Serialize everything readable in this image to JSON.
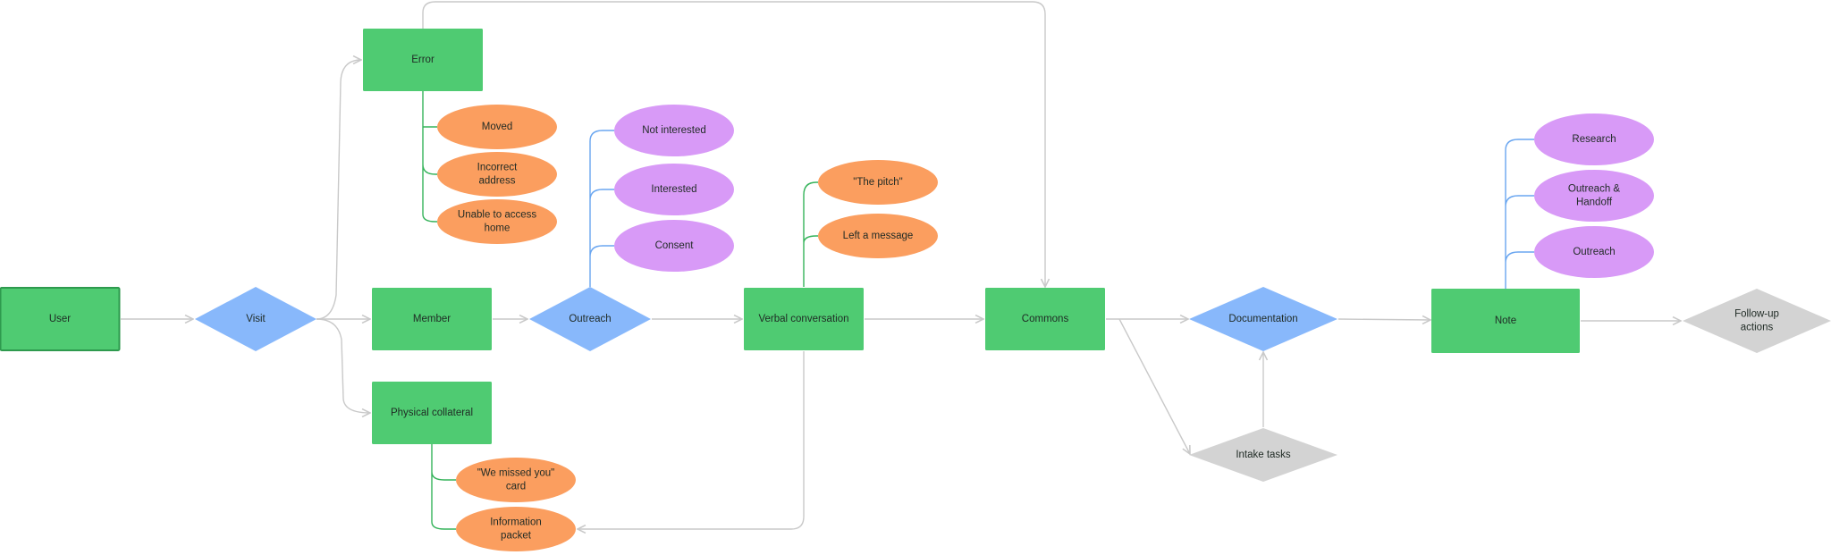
{
  "colors": {
    "rect": "#4fcb72",
    "rect_border_dark": "#2e9a4e",
    "diamond_blue": "#88b8fb",
    "diamond_gray": "#d3d3d3",
    "ellipse_orange": "#fb9e5f",
    "ellipse_purple": "#d89af7",
    "connector": "#c9c9c9",
    "branch_green": "#35b35a",
    "branch_blue": "#6aa6f0"
  },
  "nodes": {
    "user": [
      "User"
    ],
    "visit": [
      "Visit"
    ],
    "error": [
      "Error"
    ],
    "member": [
      "Member"
    ],
    "physical": [
      "Physical collateral"
    ],
    "outreach": [
      "Outreach"
    ],
    "verbal": [
      "Verbal conversation"
    ],
    "commons": [
      "Commons"
    ],
    "documentation": [
      "Documentation"
    ],
    "intake": [
      "Intake tasks"
    ],
    "note": [
      "Note"
    ],
    "followup": [
      "Follow-up",
      "actions"
    ],
    "moved": [
      "Moved"
    ],
    "incorrect": [
      "Incorrect",
      "address"
    ],
    "unable": [
      "Unable to access",
      "home"
    ],
    "not_interested": [
      "Not interested"
    ],
    "interested": [
      "Interested"
    ],
    "consent": [
      "Consent"
    ],
    "pitch": [
      "\"The pitch\""
    ],
    "left_message": [
      "Left a message"
    ],
    "missed_card": [
      "\"We missed you\"",
      "card"
    ],
    "info_packet": [
      "Information",
      "packet"
    ],
    "research": [
      "Research"
    ],
    "outreach_handoff": [
      "Outreach &",
      "Handoff"
    ],
    "outreach_sub": [
      "Outreach"
    ]
  }
}
